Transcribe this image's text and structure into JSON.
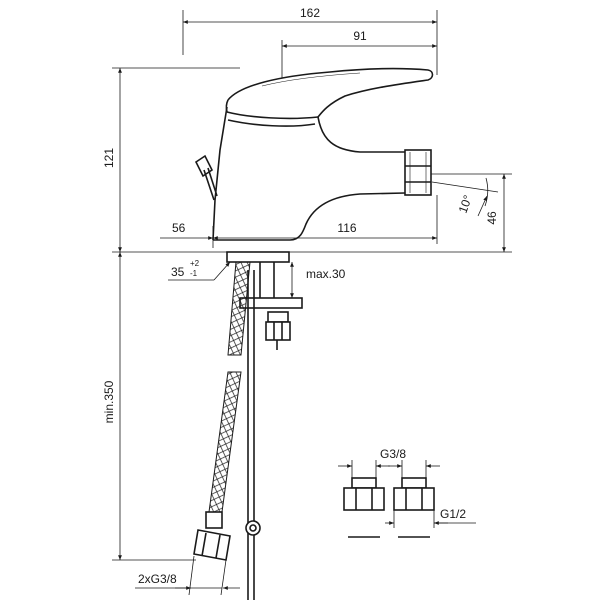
{
  "dimensions": {
    "total_length": "162",
    "spout_handle": "91",
    "height": "121",
    "base_offset": "56",
    "spout_reach": "116",
    "spout_height": "46",
    "spout_angle": "10°",
    "mount_angle": "35",
    "mount_tol_plus": "+2",
    "mount_tol_minus": "-1",
    "deck_thickness": "max.30",
    "hose_length": "min.350",
    "hose_thread": "2xG3/8",
    "adapter_in": "G3/8",
    "adapter_out": "G1/2"
  },
  "colors": {
    "line": "#1a1a1a",
    "background": "#ffffff"
  }
}
